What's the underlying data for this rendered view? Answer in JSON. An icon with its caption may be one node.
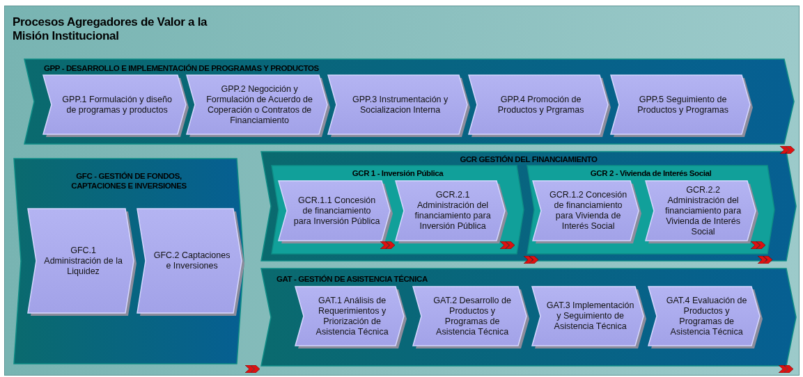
{
  "diagram": {
    "title": "Procesos Agregadores de Valor a la Misión Institucional",
    "nodes": [
      {
        "text": [
          "GPP - DESARROLLO E IMPLEMENTACIÓN DE PROGRAMAS Y PRODUCTOS"
        ]
      },
      {
        "text": [
          "GPP.1 Formulación y diseño de programas y productos"
        ],
        "in": 0
      },
      {
        "text": [
          "GPP.2 Negocición y Formulación de Acuerdo de Coperación o Contratos de Financiamiento"
        ],
        "in": 0
      },
      {
        "text": [
          "GPP.3 Instrumentación y Socializacion Interna"
        ],
        "in": 0
      },
      {
        "text": [
          "GPP.4 Promoción de Productos y Prgramas"
        ],
        "in": 0
      },
      {
        "text": [
          "GPP.5 Seguimiento de Productos y Programas"
        ],
        "in": 0
      },
      {
        "text": [
          "GFC - GESTIÓN DE FONDOS, CAPTACIONES  E INVERSIONES"
        ]
      },
      {
        "text": [
          "GFC.1 Administración de la Liquidez"
        ],
        "in": 6
      },
      {
        "text": [
          "GFC.2 Captaciones e Inversiones"
        ],
        "in": 6
      },
      {
        "text": [
          "GCR GESTIÓN DEL FINANCIAMIENTO"
        ]
      },
      {
        "text": [
          "GCR 1 - Inversión Pública"
        ],
        "in": 9
      },
      {
        "text": [
          "GCR.1.1 Concesión de financiamiento para Inversión Pública"
        ],
        "in": 10
      },
      {
        "text": [
          "GCR.2.1 Administración del financiamiento para Inversión Pública"
        ],
        "in": 10
      },
      {
        "text": [
          "GCR 2 - Vivienda de Interés Social"
        ],
        "in": 9
      },
      {
        "text": [
          "GCR.1.2 Concesión de financiamiento para Vivienda de Interés Social"
        ],
        "in": 13
      },
      {
        "text": [
          "GCR.2.2 Administración del financiamiento para Vivienda de Interés Social"
        ],
        "in": 13
      },
      {
        "text": [
          "GAT - GESTIÓN DE ASISTENCIA TÉCNICA"
        ]
      },
      {
        "text": [
          "GAT.1 Análisis de Requerimientos y Priorización de Asistencia Técnica"
        ],
        "in": 16
      },
      {
        "text": [
          "GAT.2 Desarrollo de Productos y Programas de Asistencia Técnica"
        ],
        "in": 16
      },
      {
        "text": [
          "GAT.3 Implementación y Seguimiento de Asistencia Técnica"
        ],
        "in": 16
      },
      {
        "text": [
          "GAT.4 Evaluación de Productos y Programas de Asistencia Técnica"
        ],
        "in": 16
      }
    ],
    "edges": []
  }
}
